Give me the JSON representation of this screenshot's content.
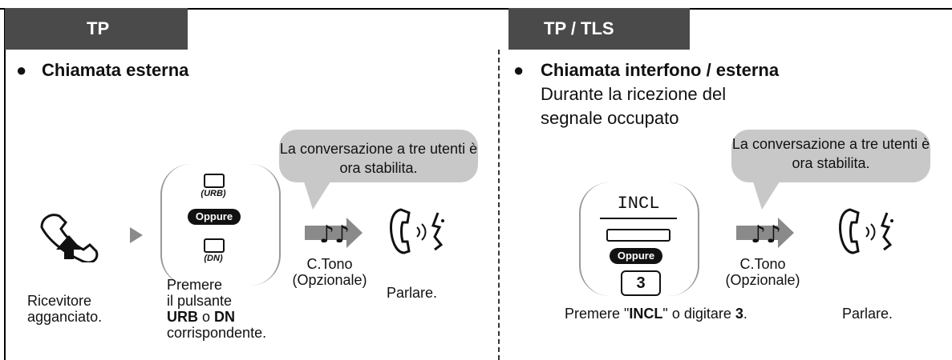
{
  "left": {
    "tab": "TP",
    "title": "Chiamata esterna",
    "bubble": "La conversazione a tre utenti è ora stabilita.",
    "key_urb": "(URB)",
    "or_label": "Oppure",
    "key_dn": "(DN)",
    "step1": {
      "line1": "Ricevitore",
      "line2": "agganciato."
    },
    "step2": {
      "line1": "Premere",
      "line2": "il pulsante",
      "urb": "URB",
      "o": " o ",
      "dn": "DN",
      "line4": "corrispondente."
    },
    "tone": {
      "line1": "C.Tono",
      "line2": "(Opzionale)"
    },
    "talk": "Parlare."
  },
  "right": {
    "tab": "TP / TLS",
    "title": "Chiamata interfono / esterna",
    "subtitle": {
      "line1": "Durante la ricezione del",
      "line2": "segnale occupato"
    },
    "bubble": "La conversazione a tre utenti è ora stabilita.",
    "incl_key": "INCL",
    "or_label": "Oppure",
    "digit": "3",
    "step": {
      "pre": "Premere \"",
      "incl": "INCL",
      "mid": "\" o digitare ",
      "digit": "3",
      "end": "."
    },
    "tone": {
      "line1": "C.Tono",
      "line2": "(Opzionale)"
    },
    "talk": "Parlare."
  },
  "colors": {
    "tab_bg": "#4a4a4a",
    "bubble_bg": "#c8c8c8",
    "arrow": "#8a8a8a"
  },
  "icons": [
    "handset-on-hook-icon",
    "arrow-right-icon",
    "music-note-icon",
    "talking-person-icon"
  ]
}
